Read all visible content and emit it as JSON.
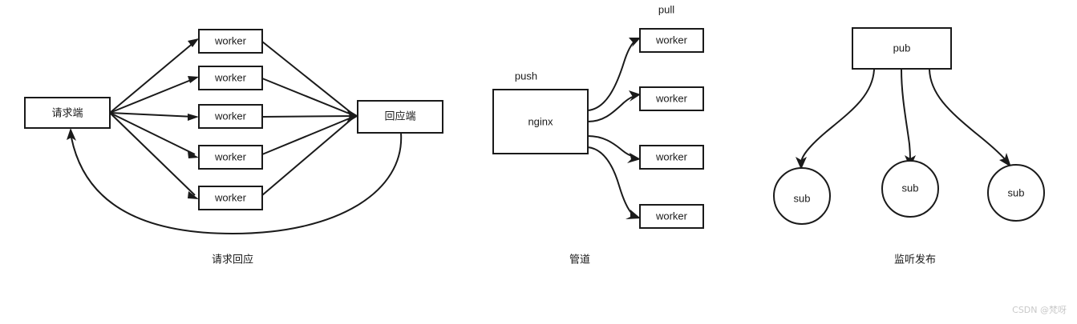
{
  "page": {
    "background": "#ffffff",
    "stroke_color": "#1a1a1a",
    "watermark": "CSDN @梵呀"
  },
  "diagrams": [
    {
      "id": "request-reply",
      "caption": "请求回应",
      "nodes": {
        "requester": "请求端",
        "responder": "回应端",
        "workers": [
          "worker",
          "worker",
          "worker",
          "worker",
          "worker"
        ]
      }
    },
    {
      "id": "pipeline",
      "caption": "管道",
      "labels": {
        "push": "push",
        "pull": "pull"
      },
      "nodes": {
        "source": "nginx",
        "workers": [
          "worker",
          "worker",
          "worker",
          "worker"
        ]
      }
    },
    {
      "id": "pub-sub",
      "caption": "监听发布",
      "nodes": {
        "publisher": "pub",
        "subscribers": [
          "sub",
          "sub",
          "sub"
        ]
      }
    }
  ]
}
